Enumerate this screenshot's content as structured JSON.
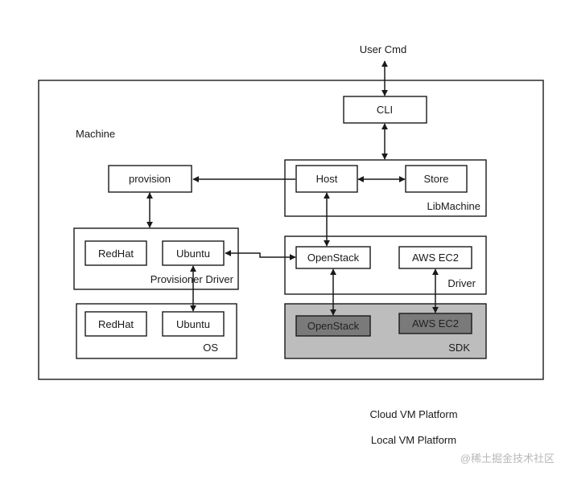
{
  "labels": {
    "user_cmd": "User Cmd",
    "cli": "CLI",
    "machine": "Machine",
    "provision": "provision",
    "host": "Host",
    "store": "Store",
    "libmachine": "LibMachine",
    "prov_redhat": "RedHat",
    "prov_ubuntu": "Ubuntu",
    "provisioner_driver": "Provisioner Driver",
    "driver_openstack": "OpenStack",
    "driver_aws": "AWS EC2",
    "driver": "Driver",
    "os_redhat": "RedHat",
    "os_ubuntu": "Ubuntu",
    "os": "OS",
    "sdk_openstack": "OpenStack",
    "sdk_aws": "AWS EC2",
    "sdk": "SDK",
    "cloud_vm": "Cloud VM Platform",
    "local_vm": "Local VM Platform",
    "watermark": "@稀土掘金技术社区"
  },
  "colors": {
    "line": "#1a1a1a",
    "sdk_fill": "#bdbdbd",
    "sdk_inner_fill": "#7a7a7a",
    "watermark": "#b8b8b8"
  }
}
